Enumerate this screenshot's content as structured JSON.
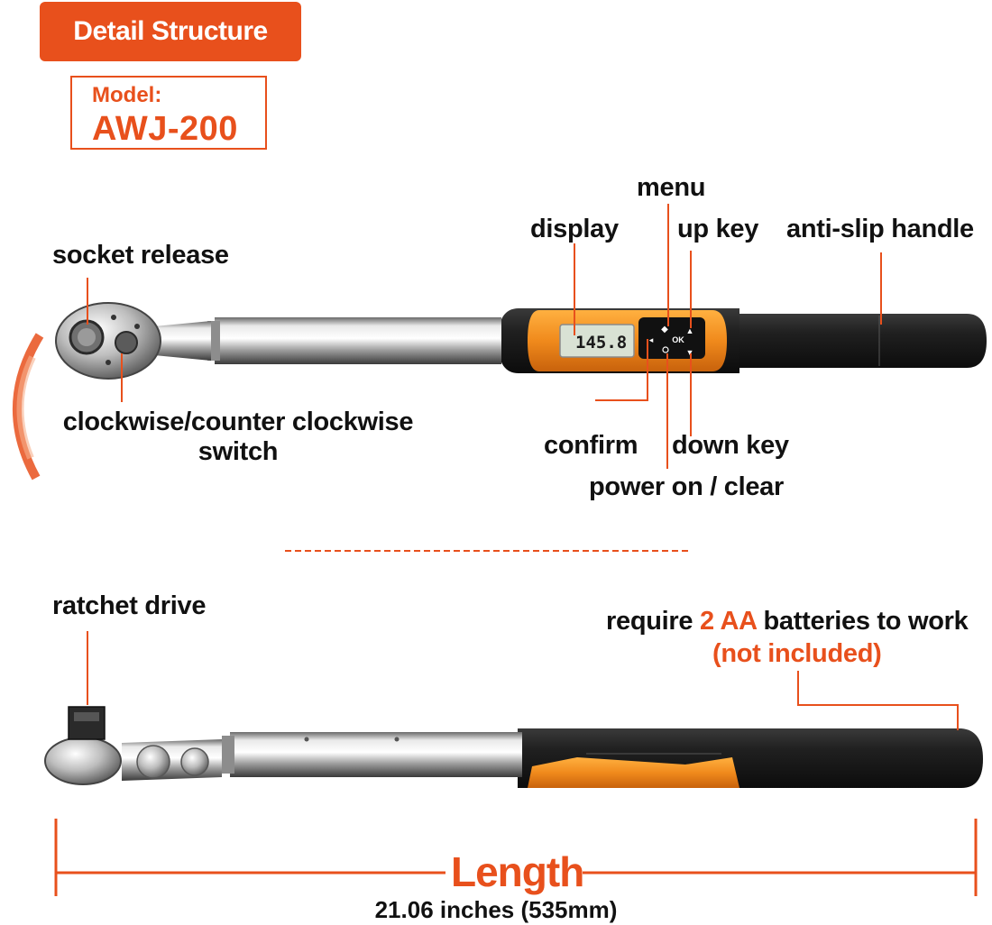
{
  "header": {
    "badge_label": "Detail Structure",
    "model_label": "Model:",
    "model_value": "AWJ-200"
  },
  "top_view": {
    "display_reading": "145.8",
    "ok_key_label": "OK",
    "callouts": {
      "socket_release": "socket release",
      "direction_switch_line1": "clockwise/counter clockwise",
      "direction_switch_line2": "switch",
      "menu": "menu",
      "display": "display",
      "up_key": "up key",
      "anti_slip_handle": "anti-slip handle",
      "confirm": "confirm",
      "down_key": "down key",
      "power_on_clear": "power on / clear"
    }
  },
  "side_view": {
    "callouts": {
      "ratchet_drive": "ratchet drive",
      "battery_prefix": "require",
      "battery_highlight": "2 AA",
      "battery_suffix": "batteries to work",
      "battery_note": "(not included)"
    }
  },
  "dimension": {
    "title": "Length",
    "value": "21.06 inches (535mm)"
  },
  "colors": {
    "accent": "#e8501c",
    "tool_orange": "#f08a1c",
    "handle_black": "#1f1f1f",
    "chrome": "#c9c9c9"
  }
}
